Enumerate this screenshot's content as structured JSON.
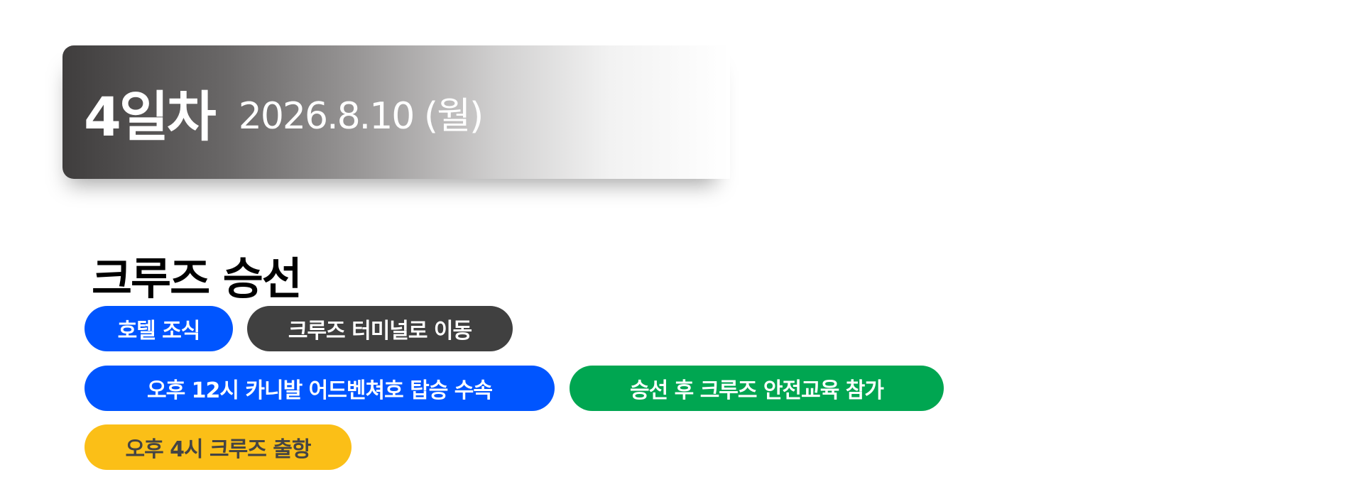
{
  "header": {
    "day_label": "4일차",
    "date": "2026.8.10 (월)"
  },
  "section": {
    "title": "크루즈 승선"
  },
  "tags": [
    {
      "label": "호텔 조식",
      "color": "#0055FF",
      "text_color": "#FFFFFF"
    },
    {
      "label": "크루즈 터미널로 이동",
      "color": "#404040",
      "text_color": "#FFFFFF"
    },
    {
      "label": "오후 12시 카니발 어드벤쳐호 탑승 수속",
      "color": "#0055FF",
      "text_color": "#FFFFFF"
    },
    {
      "label": "승선 후 크루즈 안전교육 참가",
      "color": "#00A651",
      "text_color": "#FFFFFF"
    },
    {
      "label": "오후 4시 크루즈 출항",
      "color": "#FBBF17",
      "text_color": "#444444"
    }
  ]
}
